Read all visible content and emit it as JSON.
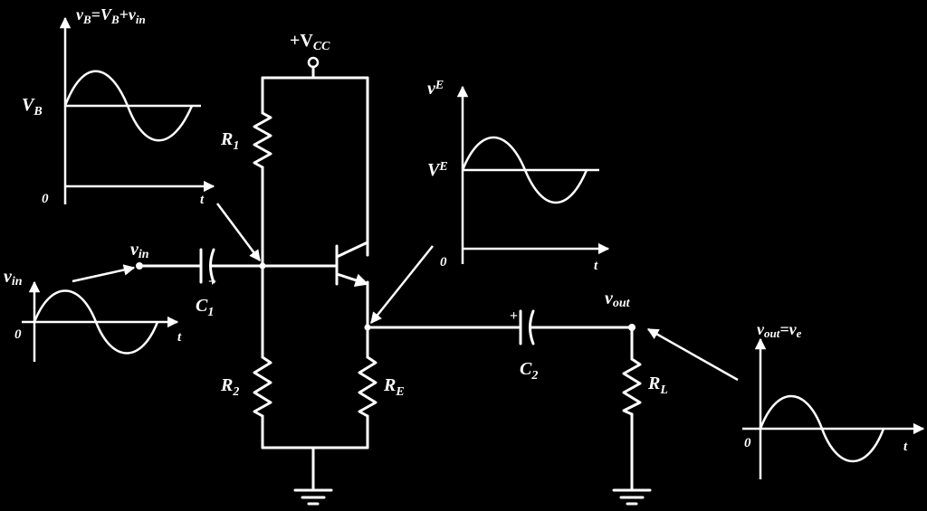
{
  "circuit": {
    "supply": {
      "main": "+V",
      "sub": "CC"
    },
    "r1": {
      "main": "R",
      "sub": "1"
    },
    "r2": {
      "main": "R",
      "sub": "2"
    },
    "re": {
      "main": "R",
      "sub": "E"
    },
    "rl": {
      "main": "R",
      "sub": "L"
    },
    "c1": {
      "main": "C",
      "sub": "1",
      "polarity": "+"
    },
    "c2": {
      "main": "C",
      "sub": "2",
      "polarity": "+"
    },
    "input_node": {
      "main": "v",
      "sub": "in"
    },
    "output_node": {
      "main": "v",
      "sub": "out"
    }
  },
  "graphs": {
    "base": {
      "title": {
        "a": "v",
        "a_sub": "B",
        "eq": "=V",
        "b_sub": "B",
        "plus": "+v",
        "c_sub": "in"
      },
      "level": {
        "main": "V",
        "sub": "B"
      },
      "origin": "0",
      "time": "t"
    },
    "emitter": {
      "title": {
        "main": "v",
        "sub": "E"
      },
      "level": {
        "main": "V",
        "sub": "E"
      },
      "origin": "0",
      "time": "t"
    },
    "input": {
      "title": {
        "main": "v",
        "sub": "in"
      },
      "origin": "0",
      "time": "t"
    },
    "output": {
      "title": {
        "a": "v",
        "a_sub": "out",
        "eq": "=v",
        "b_sub": "e"
      },
      "origin": "0",
      "time": "t"
    }
  }
}
